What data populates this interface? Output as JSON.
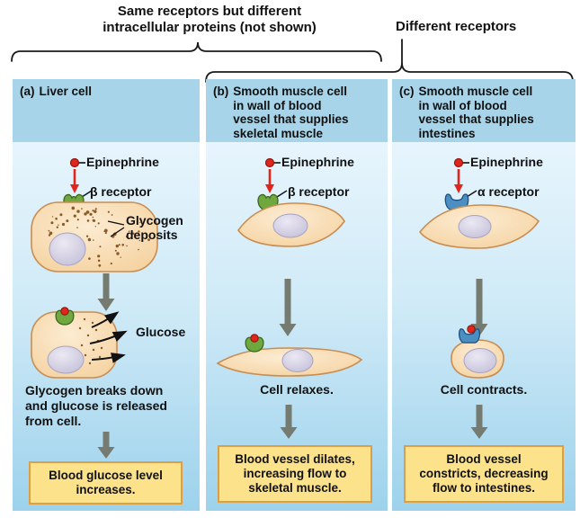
{
  "annotations": {
    "same_receptors": "Same receptors but different\nintracellular proteins (not shown)",
    "different_receptors": "Different receptors"
  },
  "panels": [
    {
      "tag": "(a)",
      "title": "Liver cell",
      "labels": {
        "epinephrine": "Epinephrine",
        "receptor": "β receptor",
        "glycogen": "Glycogen\ndeposits",
        "glucose": "Glucose"
      },
      "caption": "Glycogen breaks down\nand glucose is released\nfrom cell.",
      "outcome": "Blood glucose level\nincreases."
    },
    {
      "tag": "(b)",
      "title": "Smooth muscle cell\nin wall of blood\nvessel that supplies\nskeletal muscle",
      "labels": {
        "epinephrine": "Epinephrine",
        "receptor": "β receptor"
      },
      "caption": "Cell relaxes.",
      "outcome": "Blood vessel dilates,\nincreasing flow to\nskeletal muscle."
    },
    {
      "tag": "(c)",
      "title": "Smooth muscle cell\nin wall of blood\nvessel that supplies\nintestines",
      "labels": {
        "epinephrine": "Epinephrine",
        "receptor": "α receptor"
      },
      "caption": "Cell contracts.",
      "outcome": "Blood vessel\nconstricts, decreasing\nflow to intestines."
    }
  ],
  "colors": {
    "panel_header_blue": "#a7d4e9",
    "panel_body_blue_bottom": "#9dd2ec",
    "outcome_yellow": "#fbe28b",
    "outcome_border_orange": "#dc9f44",
    "epinephrine_red": "#e0251c",
    "beta_receptor_green": "#6fa83e",
    "alpha_receptor_blue": "#4a8ec2",
    "cell_peach": "#f8dcae",
    "arrow_gray": "#767b72"
  }
}
